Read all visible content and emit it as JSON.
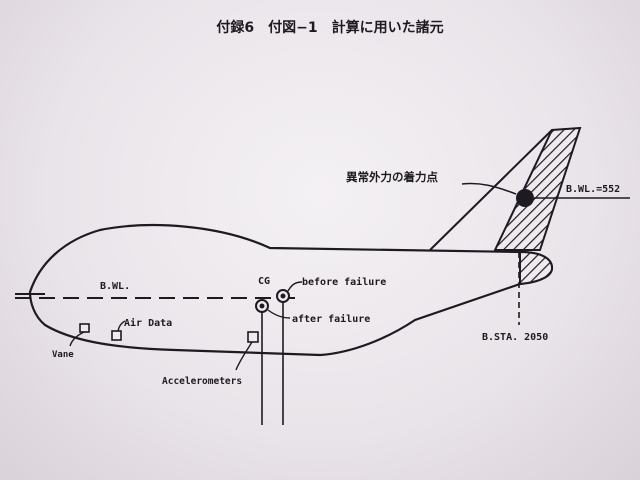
{
  "title": "付録6　付図−1　計算に用いた諸元",
  "labels": {
    "anomaly_force_point": "異常外力の着力点",
    "wl_tail": "B.WL.=552",
    "wl_body": "B.WL.",
    "cg": "CG",
    "before_failure": "before failure",
    "after_failure": "after failure",
    "air_data": "Air Data",
    "vane": "Vane",
    "accelerometers": "Accelerometers",
    "station": "B.STA. 2050"
  },
  "colors": {
    "ink": "#1d1a22",
    "paper": "#eeeaee"
  }
}
